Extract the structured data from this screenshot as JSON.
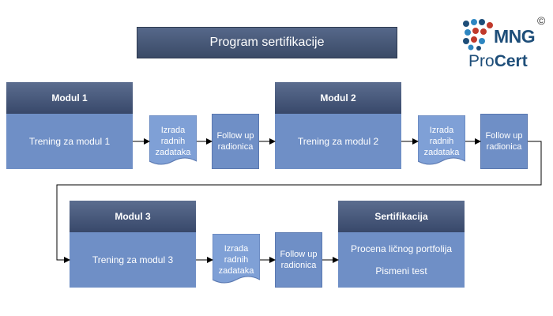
{
  "title": "Program sertifikacije",
  "logo": {
    "brand": "MNG",
    "copyright": "©",
    "product_prefix": "Pro",
    "product_suffix": "Cert"
  },
  "row1": {
    "module1": {
      "header": "Modul 1",
      "body": "Trening za modul 1"
    },
    "doc1": {
      "label": "Izrada radnih zadataka"
    },
    "follow1": {
      "label": "Follow up radionica"
    },
    "module2": {
      "header": "Modul 2",
      "body": "Trening za modul 2"
    },
    "doc2": {
      "label": "Izrada radnih zadataka"
    },
    "follow2": {
      "label": "Follow up radionica"
    }
  },
  "row2": {
    "module3": {
      "header": "Modul 3",
      "body": "Trening za modul 3"
    },
    "doc3": {
      "label": "Izrada radnih zadataka"
    },
    "follow3": {
      "label": "Follow up radionica"
    },
    "cert": {
      "header": "Sertifikacija",
      "line1": "Procena ličnog portfolija",
      "line2": "Pismeni test"
    }
  },
  "colors": {
    "header_dark": "#38486a",
    "body_blue": "#6f8fc6",
    "doc_blue": "#7fa0d6",
    "logo_blue": "#1e4e79",
    "logo_red": "#c0392b"
  }
}
